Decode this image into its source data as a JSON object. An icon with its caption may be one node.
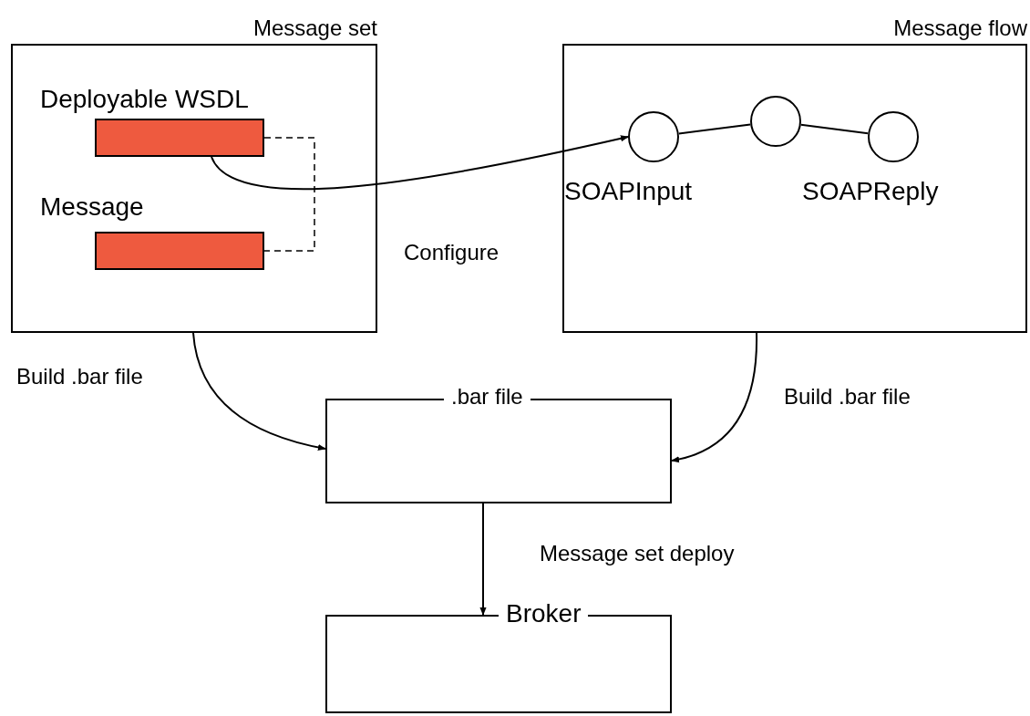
{
  "diagram": {
    "nodes": [
      {
        "text": [
          "Message set"
        ]
      },
      {
        "text": [
          "Deployable WSDL"
        ],
        "in": 0
      },
      {
        "text": [
          "Message"
        ],
        "in": 0
      },
      {
        "text": [
          "Message flow"
        ]
      },
      {
        "text": [
          "SOAPInput"
        ],
        "in": 3
      },
      {
        "text": [],
        "shape": "circle",
        "in": 3
      },
      {
        "text": [
          "SOAPReply"
        ],
        "in": 3
      },
      {
        "text": [
          ".bar file"
        ]
      },
      {
        "text": [
          "Broker"
        ]
      }
    ],
    "edges": [
      {
        "from": 1,
        "to": 2,
        "arrow": "none",
        "style": "dashed"
      },
      {
        "from": 1,
        "to": 4,
        "arrow": "to",
        "label": "Configure"
      },
      {
        "from": 4,
        "to": 5,
        "arrow": "none"
      },
      {
        "from": 5,
        "to": 6,
        "arrow": "none"
      },
      {
        "from": 0,
        "to": 7,
        "arrow": "to",
        "label": "Build .bar file"
      },
      {
        "from": 3,
        "to": 7,
        "arrow": "to",
        "label": "Build .bar file"
      },
      {
        "from": 7,
        "to": 8,
        "arrow": "to",
        "label": "Message set deploy"
      }
    ]
  }
}
